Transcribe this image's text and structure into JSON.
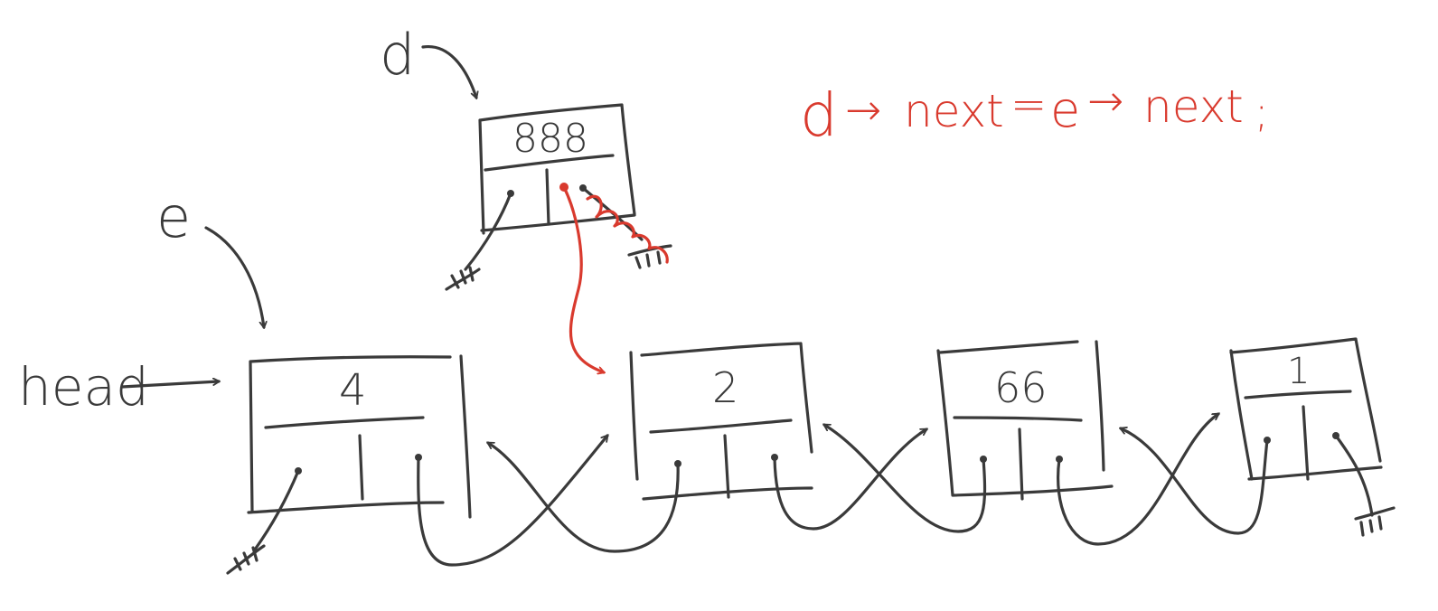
{
  "diagram": {
    "labels": {
      "d": "d",
      "e": "e",
      "head": "head"
    },
    "code_line": {
      "pointer_d": "d",
      "arrow1": "→",
      "field1": "next",
      "equals": "=",
      "pointer_e": "e",
      "arrow2": "→",
      "field2": "next",
      "semicolon": ";"
    },
    "new_node": {
      "value": "888"
    },
    "nodes": [
      {
        "value": "4"
      },
      {
        "value": "2"
      },
      {
        "value": "66"
      },
      {
        "value": "1"
      }
    ],
    "colors": {
      "ink": "#3a3a3a",
      "highlight": "#d93a2e",
      "background": "#ffffff"
    }
  }
}
